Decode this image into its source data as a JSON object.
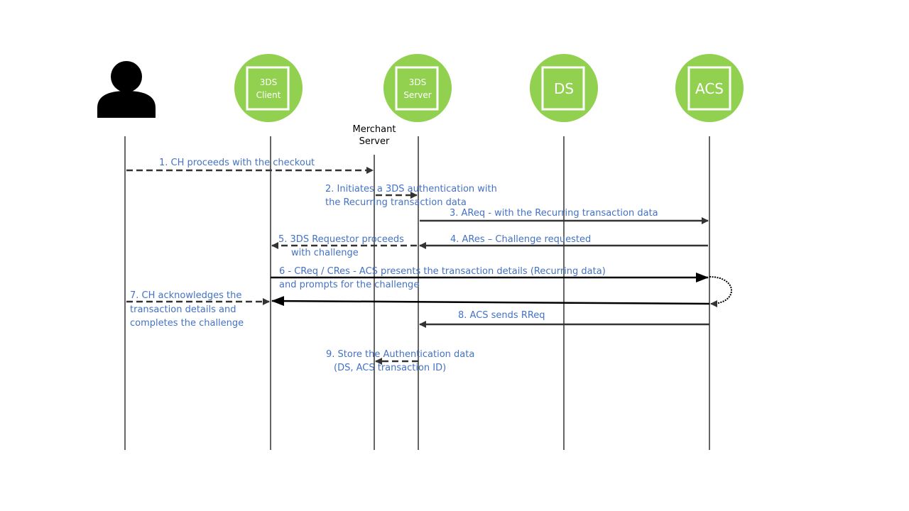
{
  "actors": {
    "cardholder": {
      "icon": "person-icon"
    },
    "client": {
      "line1": "3DS",
      "line2": "Client"
    },
    "server": {
      "line1": "3DS",
      "line2": "Server"
    },
    "ds": {
      "label": "DS"
    },
    "acs": {
      "label": "ACS"
    }
  },
  "merchant": {
    "line1": "Merchant",
    "line2": "Server"
  },
  "colors": {
    "circle": "#92d050",
    "text": "#4472c4",
    "line": "#000000",
    "arrow": "#333333"
  },
  "messages": {
    "m1": {
      "line1": "1. CH proceeds with the checkout"
    },
    "m2": {
      "line1": "2. Initiates a 3DS authentication with",
      "line2": "the Recurring transaction data"
    },
    "m3": {
      "line1": "3. AReq - with the Recurring transaction data"
    },
    "m4": {
      "line1": "4. ARes – Challenge requested"
    },
    "m5": {
      "line1": "5. 3DS Requestor proceeds",
      "line2": "with challenge"
    },
    "m6": {
      "line1": "6 - CReq / CRes  - ACS presents the transaction details (Recurring data)",
      "line2": "and prompts for the challenge"
    },
    "m7": {
      "line1": "7. CH acknowledges the",
      "line2": "transaction details and",
      "line3": "completes the challenge"
    },
    "m8": {
      "line1": "8. ACS sends RReq"
    },
    "m9": {
      "line1": "9. Store the Authentication data",
      "line2": "(DS, ACS transaction ID)"
    }
  }
}
